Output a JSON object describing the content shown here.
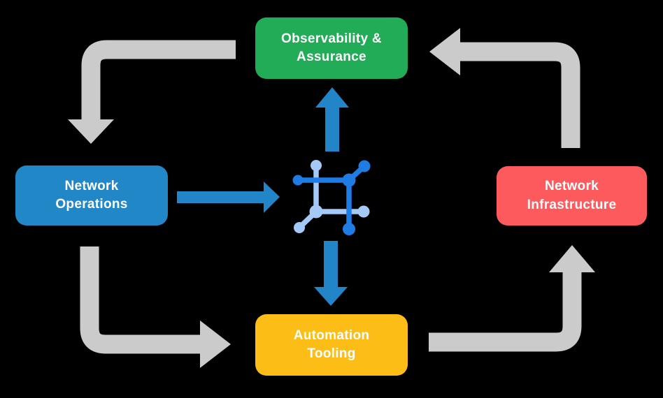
{
  "title": "Network automation lifecycle diagram",
  "colors": {
    "background": "#000000",
    "green": "#23AC57",
    "blue": "#2187C6",
    "red": "#FD5A5E",
    "yellow": "#FCBD17",
    "arrow_gray": "#CBCBCB",
    "arrow_blue": "#2285C8",
    "icon_dark_blue": "#1E7CE4",
    "icon_light_blue": "#A4C9F6",
    "text": "#FFFFFF"
  },
  "boxes": {
    "observability": {
      "label": "Observability &\nAssurance",
      "color": "#23AC57"
    },
    "operations": {
      "label": "Network\nOperations",
      "color": "#2187C6"
    },
    "infrastructure": {
      "label": "Network\nInfrastructure",
      "color": "#FD5A5E"
    },
    "automation": {
      "label": "Automation\nTooling",
      "color": "#FCBD17"
    }
  },
  "center_icon": "network-mesh-icon",
  "connections": {
    "gray_cycle": [
      {
        "from": "Observability & Assurance",
        "to": "Network Operations",
        "style": "elbow",
        "direction": "left-then-down"
      },
      {
        "from": "Network Operations",
        "to": "Automation Tooling",
        "style": "elbow",
        "direction": "down-then-right"
      },
      {
        "from": "Automation Tooling",
        "to": "Network Infrastructure",
        "style": "elbow",
        "direction": "right-then-up"
      },
      {
        "from": "Network Infrastructure",
        "to": "Observability & Assurance",
        "style": "elbow",
        "direction": "up-then-left"
      }
    ],
    "blue_arrows": [
      {
        "from": "Network Operations",
        "to": "center-icon",
        "direction": "right"
      },
      {
        "from": "center-icon",
        "to": "Observability & Assurance",
        "direction": "up"
      },
      {
        "from": "center-icon",
        "to": "Automation Tooling",
        "direction": "down"
      }
    ]
  }
}
